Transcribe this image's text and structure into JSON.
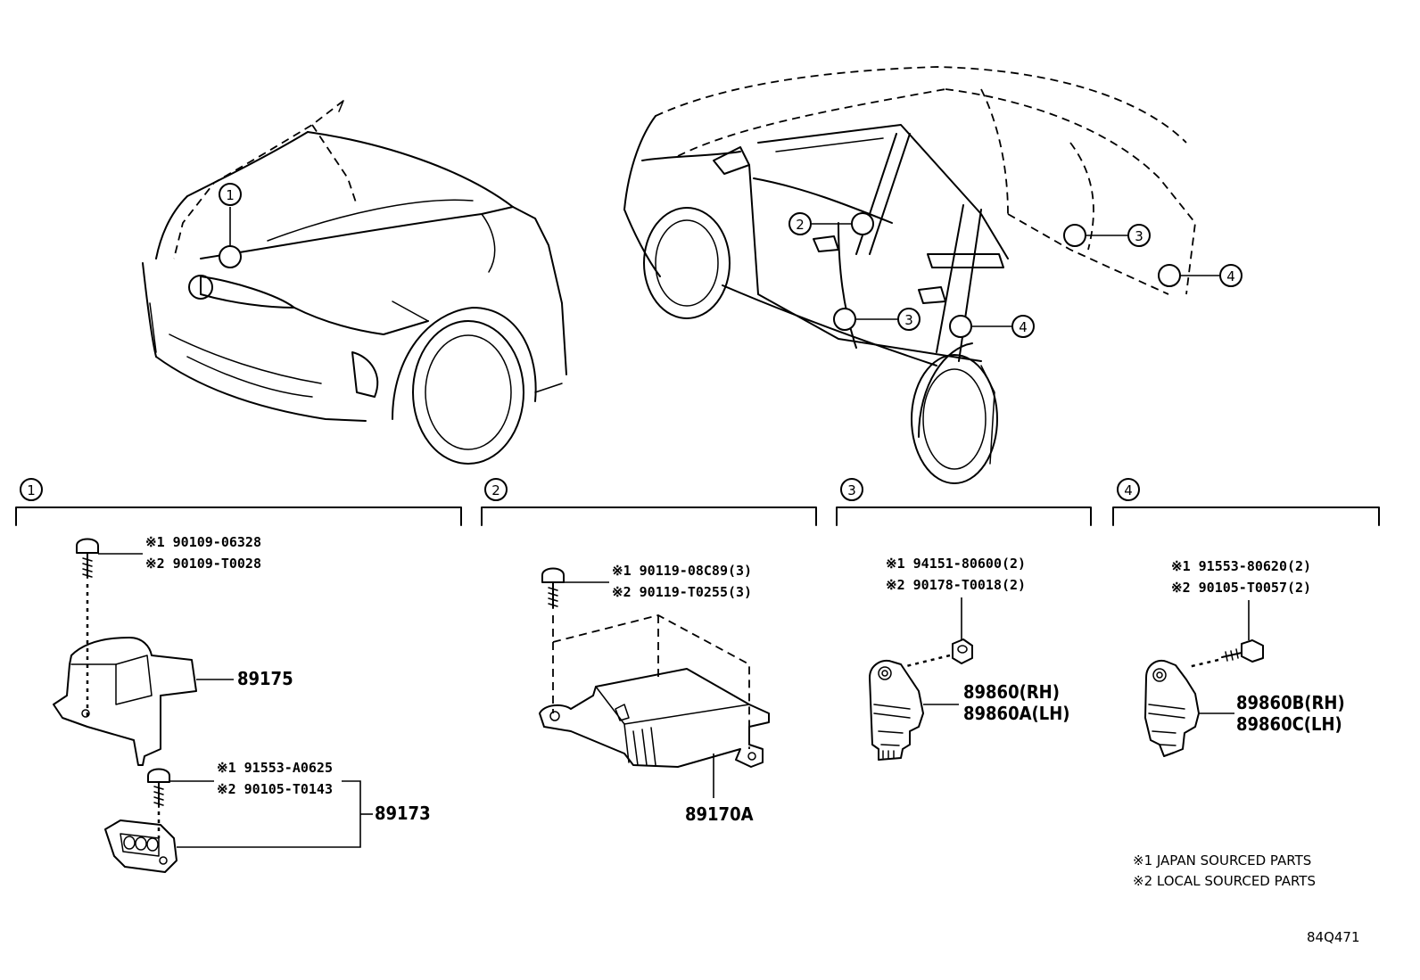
{
  "callouts": [
    "1",
    "2",
    "3",
    "4"
  ],
  "groups": [
    {
      "id": "1",
      "parts": [
        {
          "id": "bolt",
          "line1": "※1 90109-06328",
          "line2": "※2 90109-T0028"
        },
        {
          "id": "bracket",
          "number": "89175"
        },
        {
          "id": "screw",
          "line1": "※1 91553-A0625",
          "line2": "※2 90105-T0143"
        },
        {
          "id": "sensor",
          "number": "89173"
        }
      ]
    },
    {
      "id": "2",
      "parts": [
        {
          "id": "bolt",
          "line1": "※1 90119-08C89(3)",
          "line2": "※2 90119-T0255(3)"
        },
        {
          "id": "ecu",
          "number": "89170A"
        }
      ]
    },
    {
      "id": "3",
      "parts": [
        {
          "id": "nut",
          "line1": "※1 94151-80600(2)",
          "line2": "※2 90178-T0018(2)"
        },
        {
          "id": "sensor",
          "line1": "89860(RH)",
          "line2": "89860A(LH)"
        }
      ]
    },
    {
      "id": "4",
      "parts": [
        {
          "id": "bolt",
          "line1": "※1 91553-80620(2)",
          "line2": "※2 90105-T0057(2)"
        },
        {
          "id": "sensor",
          "line1": "89860B(RH)",
          "line2": "89860C(LH)"
        }
      ]
    }
  ],
  "notes": [
    "※1 JAPAN SOURCED PARTS",
    "※2 LOCAL SOURCED PARTS"
  ],
  "diagram_code": "84Q471"
}
